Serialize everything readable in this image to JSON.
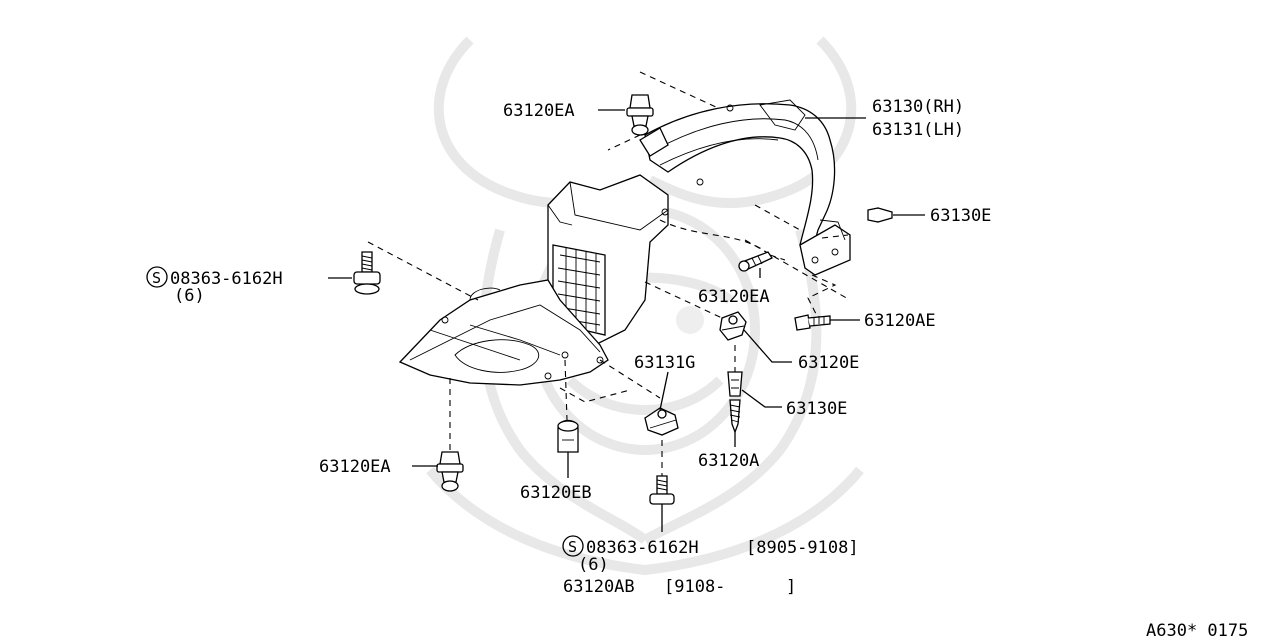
{
  "diagram": {
    "labels": {
      "p63120ea_top": "63120EA",
      "p63130_rh": "63130(RH)",
      "p63131_lh": "63131(LH)",
      "p63130e_right": "63130E",
      "s08363_left": "08363-6162H",
      "s08363_left_qty": "(6)",
      "p63120ea_mid": "63120EA",
      "p63120ae": "63120AE",
      "p63120e": "63120E",
      "p63131g": "63131G",
      "p63130e_lower": "63130E",
      "p63120a": "63120A",
      "p63120ea_bottom": "63120EA",
      "p63120eb": "63120EB",
      "s08363_bottom": "08363-6162H",
      "s08363_bottom_range": "[8905-9108]",
      "s08363_bottom_qty": "(6)",
      "p63120ab": "63120AB",
      "p63120ab_range": "[9108-",
      "p63120ab_range_end": "]",
      "standard_part_symbol": "S",
      "figure_code": "A630* 0175"
    },
    "watermark": "samurai-helmet-logo"
  }
}
